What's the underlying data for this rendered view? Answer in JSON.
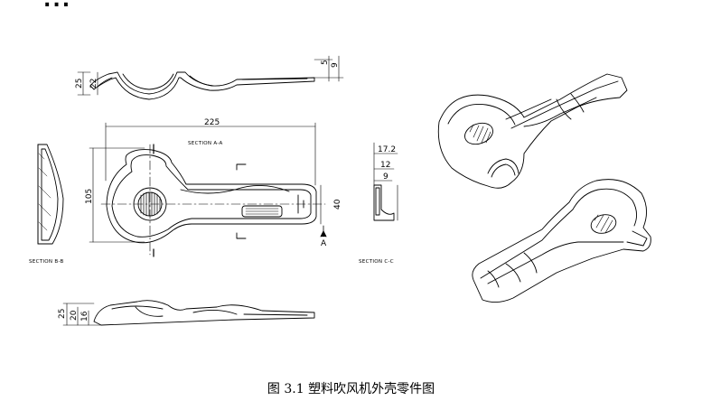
{
  "top_heading": "...",
  "caption": "图 3.1  塑料吹风机外壳零件图",
  "section_labels": {
    "a": "SECTION A-A",
    "b": "SECTION B-B",
    "c": "SECTION C-C",
    "a_marker": "A"
  },
  "dims": {
    "front_total_height": "25",
    "front_inner_height": "22",
    "front_top_5": "5",
    "front_top_9": "9",
    "plan_length": "225",
    "plan_width": "105",
    "plan_width_small": "40",
    "c_17": "17.2",
    "c_12": "12",
    "c_9": "9",
    "bottom_25": "25",
    "bottom_20": "20",
    "bottom_16": "16"
  }
}
